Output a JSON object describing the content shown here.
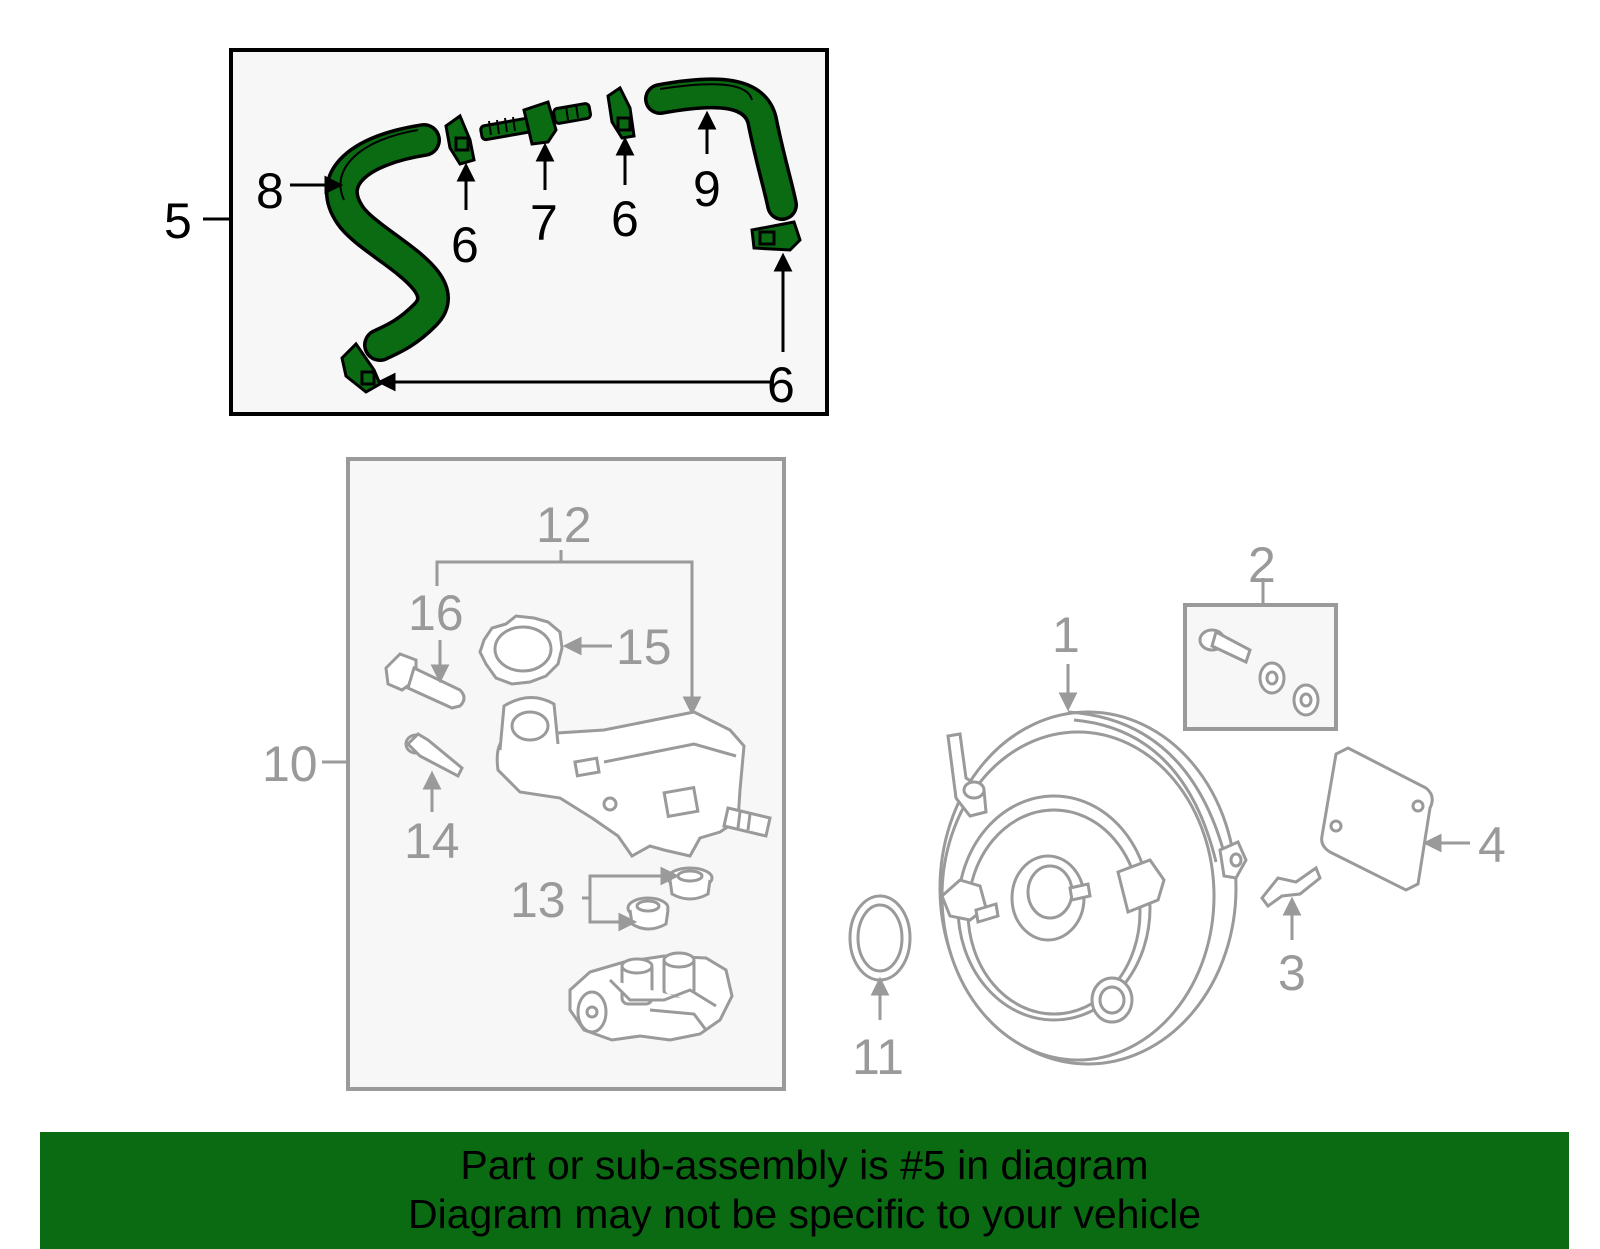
{
  "colors": {
    "highlight_part": "#0b6b12",
    "highlight_outline": "#000000",
    "secondary_part": "#9a9a9a",
    "panel_fill": "#f7f7f7",
    "banner_bg": "#0b6b12"
  },
  "callouts": {
    "n1": "1",
    "n2": "2",
    "n3": "3",
    "n4": "4",
    "n5": "5",
    "n6a": "6",
    "n6b": "6",
    "n6c": "6",
    "n7": "7",
    "n8": "8",
    "n9": "9",
    "n10": "10",
    "n11": "11",
    "n12": "12",
    "n13": "13",
    "n14": "14",
    "n15": "15",
    "n16": "16"
  },
  "banner": {
    "line1": "Part or sub-assembly is #5 in diagram",
    "line2": "Diagram may not be specific to your vehicle"
  }
}
